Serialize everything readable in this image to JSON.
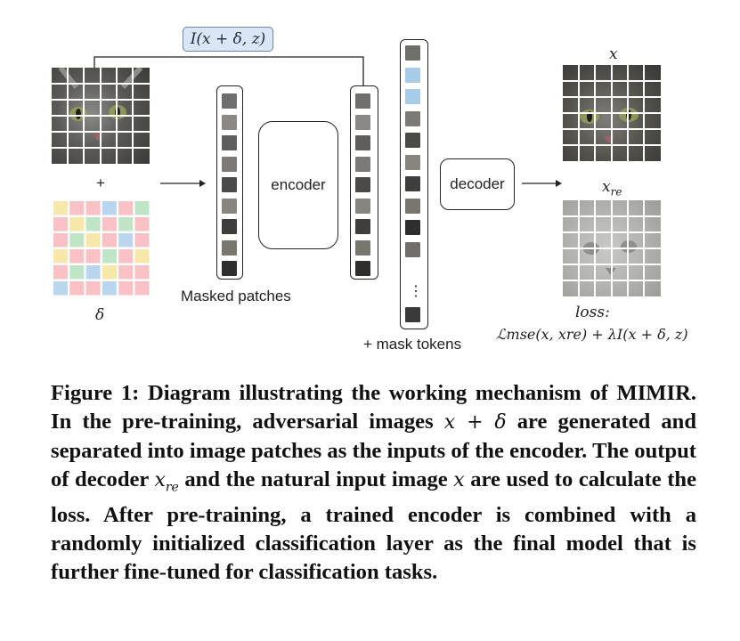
{
  "figure": {
    "top_formula": "I(x + δ, z)",
    "plus": "+",
    "delta_label": "δ",
    "masked_patches_label": "Masked patches",
    "encoder_label": "encoder",
    "decoder_label": "decoder",
    "mask_tokens_label": "+ mask tokens",
    "ellipsis": "⋮",
    "x_label": "x",
    "xre_label": "x",
    "xre_sub": "re",
    "loss_label": "loss:",
    "loss_formula": "ℒmse(x, xre) + λI(x + δ, z)",
    "colors": {
      "noise_yellow": "#f7e7a9",
      "noise_pink": "#f7c1c6",
      "noise_green": "#bfe4c6",
      "noise_blue": "#b9d6ee",
      "mask_token": "#a7cbe8",
      "formula_box": "#dbe6f5"
    }
  },
  "caption": {
    "label": "Figure 1:",
    "p1": " Diagram illustrating the working mechanism of MIMIR. In the pre-training, adversarial images ",
    "m1": "x + δ",
    "p2": " are generated and separated into image patches as the inputs of the encoder. The output of decoder ",
    "m2": "x",
    "m2sub": "re",
    "p3": " and the natural input image ",
    "m3": "x",
    "p4": " are used to calculate the loss. After pre-training, a trained encoder is combined with a randomly initialized classification layer as the final model that is further fine-tuned for classification tasks."
  }
}
